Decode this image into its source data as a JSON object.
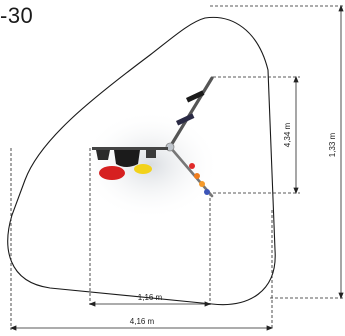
{
  "title": "-30",
  "dimensions": {
    "width_inner": "1,16 m",
    "width_outer": "4,16 m",
    "height_inner": "4,34 m",
    "height_outer": "1,33 m"
  },
  "colors": {
    "outline": "#1a1a1a",
    "dashed": "#222222",
    "pole": "#555555",
    "flag_red": "#d62020",
    "flag_yellow": "#f2d21a",
    "flag_black": "#1b1b1b",
    "dots_red": "#e02a2a",
    "dots_orange": "#f07d1e",
    "dots_blue": "#3c55b8"
  }
}
